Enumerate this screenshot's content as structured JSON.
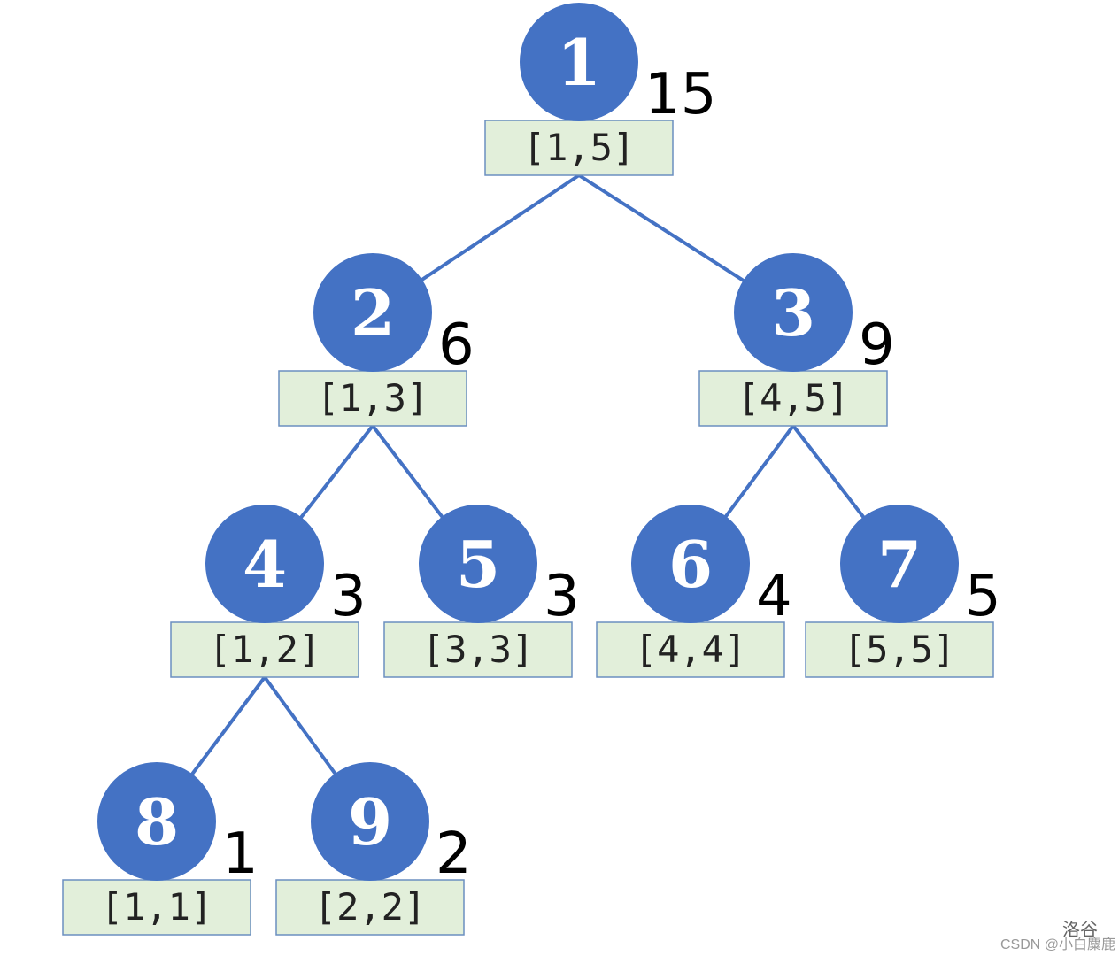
{
  "colors": {
    "node_fill": "#4472c4",
    "edge_stroke": "#4472c4",
    "range_fill": "#e2efda",
    "id_text": "#ffffff",
    "sum_text": "#000000"
  },
  "nodes": [
    {
      "id": "1",
      "sum": "15",
      "range": "[1,5]"
    },
    {
      "id": "2",
      "sum": "6",
      "range": "[1,3]"
    },
    {
      "id": "3",
      "sum": "9",
      "range": "[4,5]"
    },
    {
      "id": "4",
      "sum": "3",
      "range": "[1,2]"
    },
    {
      "id": "5",
      "sum": "3",
      "range": "[3,3]"
    },
    {
      "id": "6",
      "sum": "4",
      "range": "[4,4]"
    },
    {
      "id": "7",
      "sum": "5",
      "range": "[5,5]"
    },
    {
      "id": "8",
      "sum": "1",
      "range": "[1,1]"
    },
    {
      "id": "9",
      "sum": "2",
      "range": "[2,2]"
    }
  ],
  "edges": [
    {
      "from": "1",
      "to": "2"
    },
    {
      "from": "1",
      "to": "3"
    },
    {
      "from": "2",
      "to": "4"
    },
    {
      "from": "2",
      "to": "5"
    },
    {
      "from": "3",
      "to": "6"
    },
    {
      "from": "3",
      "to": "7"
    },
    {
      "from": "4",
      "to": "8"
    },
    {
      "from": "4",
      "to": "9"
    }
  ],
  "watermark": {
    "luogu": "洛谷",
    "csdn": "CSDN @小白麋鹿"
  }
}
